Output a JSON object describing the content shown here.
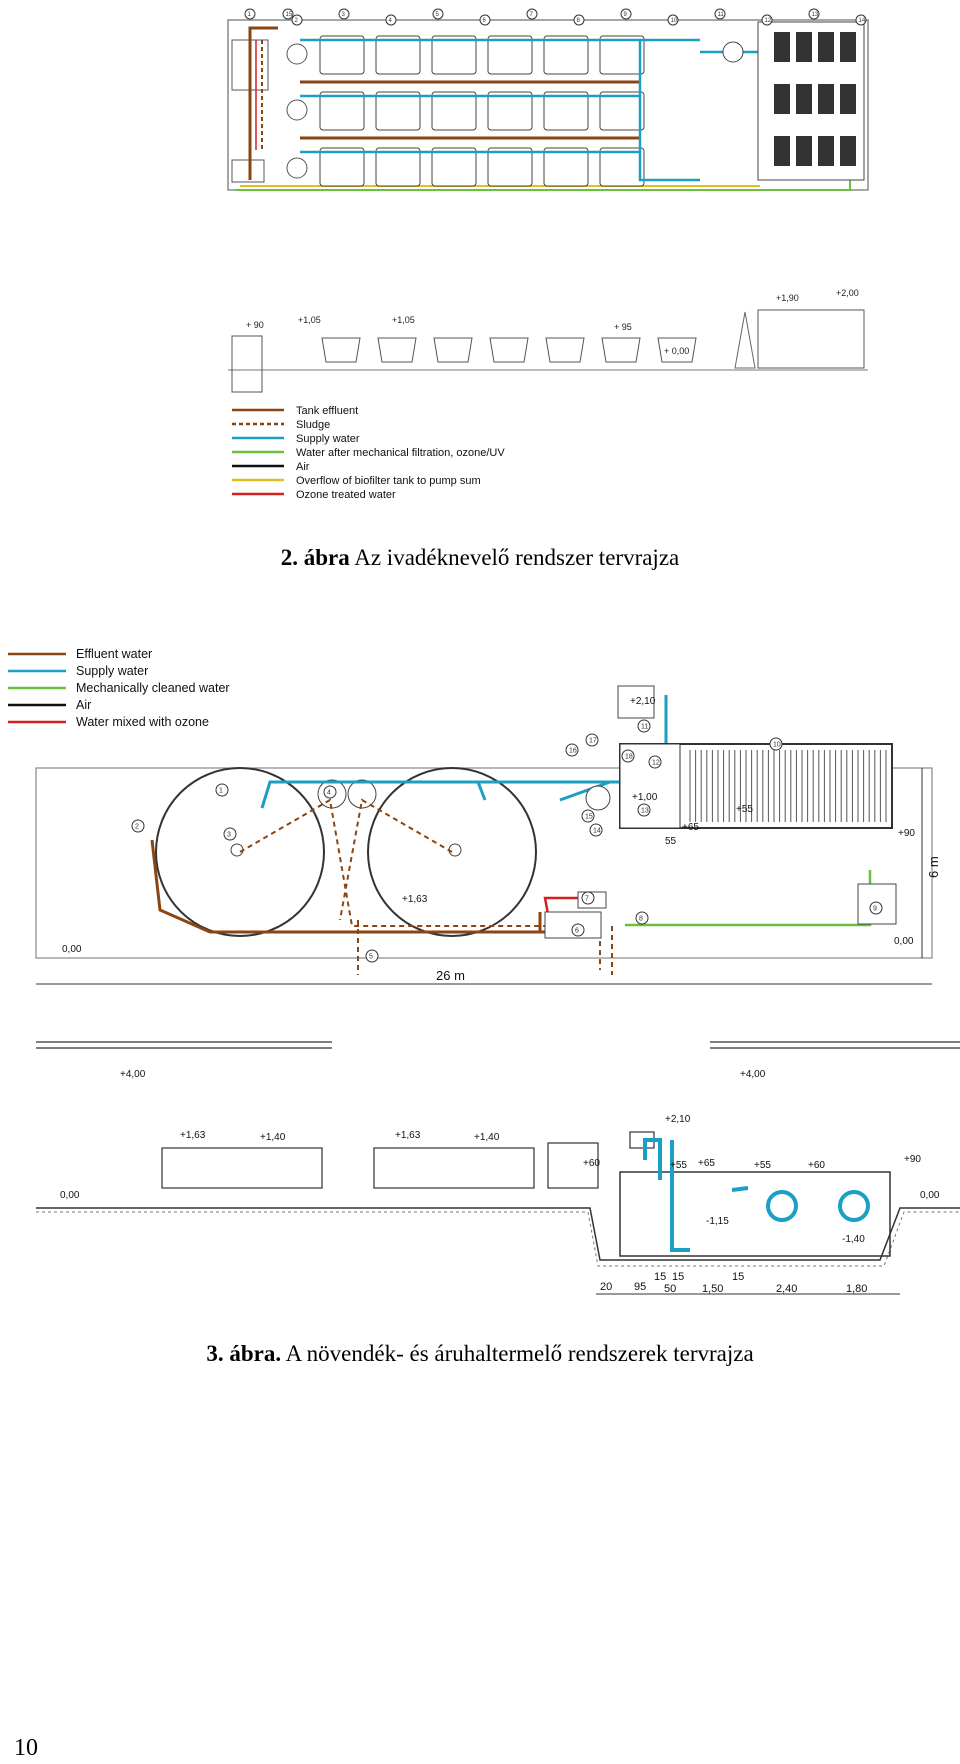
{
  "figure2": {
    "caption_bold": "2. ábra",
    "caption_rest": " Az ivadéknevelő rendszer tervrajza",
    "legend": [
      {
        "label": "Tank effluent",
        "color": "#8B4513",
        "dashed": false
      },
      {
        "label": "Sludge",
        "color": "#8B4513",
        "dashed": true
      },
      {
        "label": "Supply water",
        "color": "#1b9fc4",
        "dashed": false
      },
      {
        "label": "Water after mechanical filtration, ozone/UV",
        "color": "#6abf3c",
        "dashed": false
      },
      {
        "label": "Air",
        "color": "#111111",
        "dashed": false
      },
      {
        "label": "Overflow of biofilter tank to pump sum",
        "color": "#e0c020",
        "dashed": false
      },
      {
        "label": "Ozone treated water",
        "color": "#d42020",
        "dashed": false
      }
    ],
    "section_levels": [
      "+ 90",
      "+1,05",
      "+1,05",
      "+ 95",
      "+ 0,00",
      "+1,90",
      "+2,00"
    ],
    "callouts": [
      "1",
      "2",
      "3",
      "4",
      "5",
      "6",
      "7",
      "8",
      "9",
      "10",
      "11",
      "12",
      "13",
      "14",
      "15"
    ]
  },
  "figure3": {
    "caption_bold": "3. ábra.",
    "caption_rest": " A növendék- és áruhaltermelő rendszerek tervrajza",
    "legend": [
      {
        "label": "Effluent water",
        "color": "#8B4513"
      },
      {
        "label": "Supply water",
        "color": "#1b9fc4"
      },
      {
        "label": "Mechanically cleaned water",
        "color": "#6abf3c"
      },
      {
        "label": "Air",
        "color": "#111111"
      },
      {
        "label": "Water mixed with ozone",
        "color": "#d42020"
      }
    ],
    "plan_levels": [
      "+2,10",
      "+1,00",
      "+65",
      "+55",
      "55",
      "+90",
      "+1,63",
      "0,00",
      "0,00"
    ],
    "dim_length": "26 m",
    "dim_width": "6 m",
    "section_levels": [
      "+4,00",
      "+4,00",
      "+1,63",
      "+1,40",
      "+1,63",
      "+1,40",
      "+60",
      "+2,10",
      "+55",
      "+65",
      "+55",
      "+60",
      "+90",
      "0,00",
      "0,00",
      "-1,15",
      "-1,40"
    ],
    "section_dims": [
      "20",
      "95",
      "15",
      "15",
      "50",
      "1,50",
      "15",
      "2,40",
      "1,80"
    ]
  },
  "page_number": "10"
}
